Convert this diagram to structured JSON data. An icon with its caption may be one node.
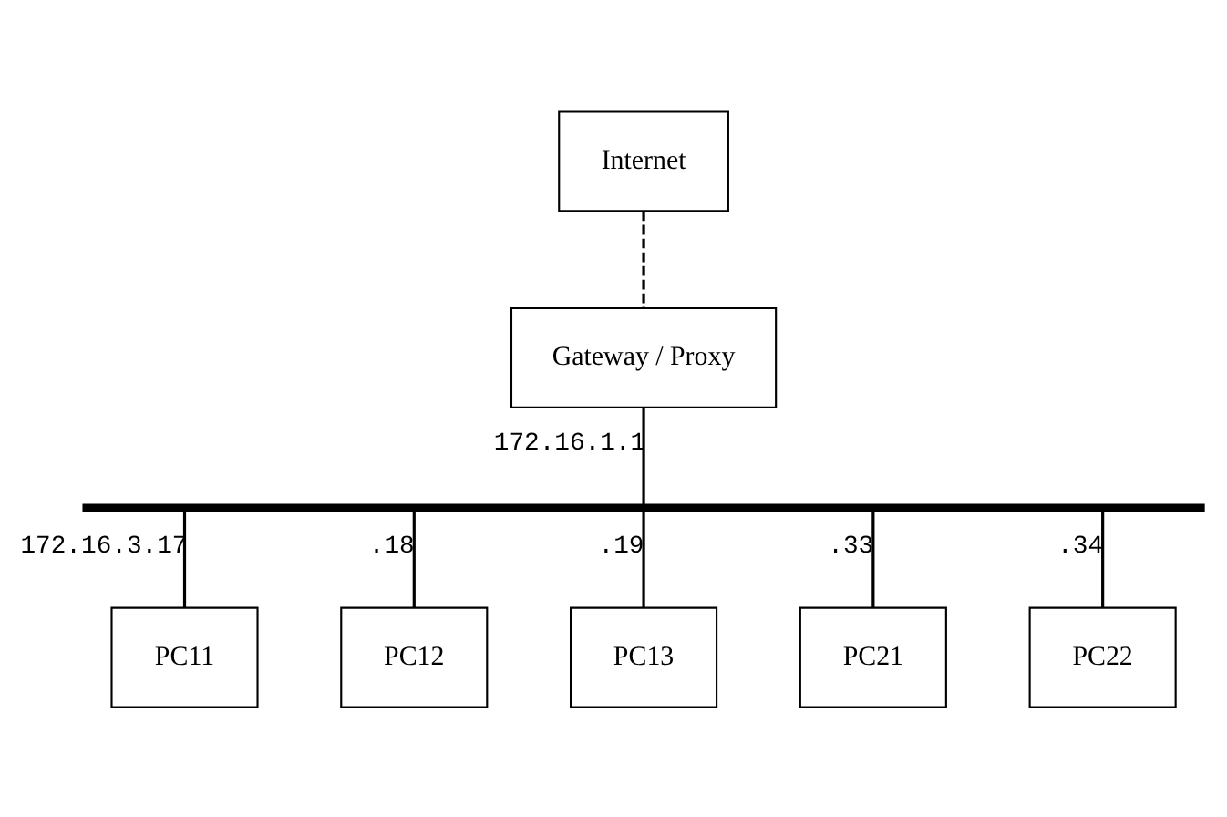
{
  "diagram": {
    "nodes": [
      {
        "text": [
          "Internet"
        ]
      },
      {
        "text": [
          "Gateway / Proxy"
        ]
      },
      {
        "text": [],
        "shape": "bar"
      },
      {
        "text": [
          "PC11"
        ]
      },
      {
        "text": [
          "PC12"
        ]
      },
      {
        "text": [
          "PC13"
        ]
      },
      {
        "text": [
          "PC21"
        ]
      },
      {
        "text": [
          "PC22"
        ]
      }
    ],
    "edges": [
      {
        "from": 0,
        "to": 1,
        "arrow": "none",
        "style": "dashed"
      },
      {
        "from": 1,
        "to": 2,
        "arrow": "none",
        "label": "172.16.1.1"
      },
      {
        "from": 2,
        "to": 3,
        "arrow": "none",
        "label": "172.16.3.17"
      },
      {
        "from": 2,
        "to": 4,
        "arrow": "none",
        "label": ".18"
      },
      {
        "from": 2,
        "to": 5,
        "arrow": "none",
        "label": ".19"
      },
      {
        "from": 2,
        "to": 6,
        "arrow": "none",
        "label": ".33"
      },
      {
        "from": 2,
        "to": 7,
        "arrow": "none",
        "label": ".34"
      }
    ]
  }
}
